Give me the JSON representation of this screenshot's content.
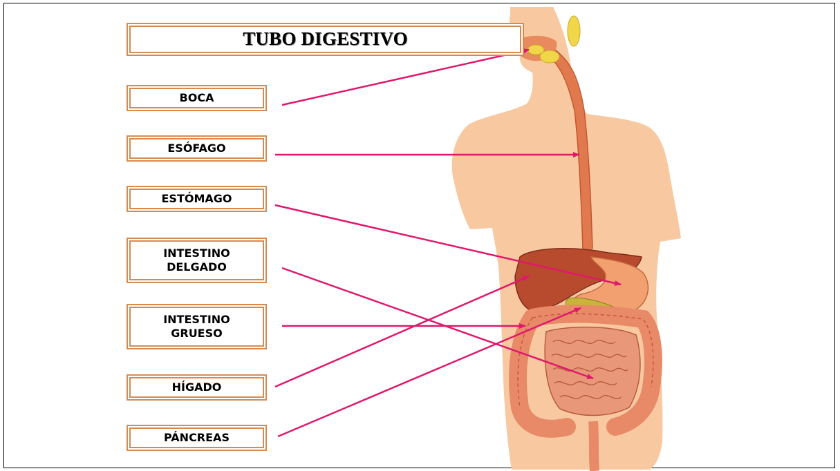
{
  "title": "TUBO DIGESTIVO",
  "labels": {
    "boca": "BOCA",
    "esofago": "ESÓFAGO",
    "estomago": "ESTÓMAGO",
    "intestino_delgado": "INTESTINO\nDELGADO",
    "intestino_grueso": "INTESTINO\nGRUESO",
    "higado": "HÍGADO",
    "pancreas": "PÁNCREAS"
  },
  "colors": {
    "arrow": "#e0186c",
    "skin": "#f8c9a0",
    "label_border": "#d88a4e",
    "organ": "#e07a4e",
    "liver": "#b84a2e",
    "gland": "#f2d64a"
  }
}
